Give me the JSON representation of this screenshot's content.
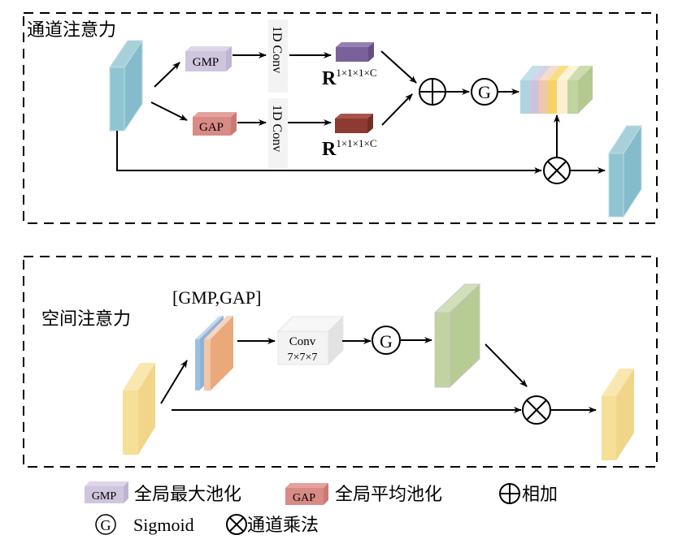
{
  "channel_attention": {
    "title": "通道注意力",
    "gmp_label": "GMP",
    "gap_label": "GAP",
    "conv_top_label": "1D Conv",
    "conv_bottom_label": "1D Conv",
    "tensor_base": "R",
    "tensor_shape": "1×1×1×C",
    "sigmoid_symbol": "G",
    "colors": {
      "input_feature": "#8fc4d1",
      "gmp_box": "#cfc6de",
      "gap_box": "#d98a85",
      "gmp_vector": "#7a619a",
      "gap_vector": "#8e3a32",
      "stack": [
        "#aed4e0",
        "#cdc3dc",
        "#f2c7a9",
        "#f5d265",
        "#fdefcf",
        "#c0d3a0"
      ]
    }
  },
  "spatial_attention": {
    "title": "空间注意力",
    "concat_label": "[GMP,GAP]",
    "conv_label": "Conv",
    "conv_kernel": "7×7×7",
    "sigmoid_symbol": "G",
    "colors": {
      "input_feature": "#f6df96",
      "concat_blue": "#9dc0e0",
      "concat_orange": "#eaa97a",
      "map": "#c0d3a0",
      "output_feature": "#f6df96"
    }
  },
  "legend": {
    "gmp_box_label": "GMP",
    "gmp_desc": "全局最大池化",
    "gap_box_label": "GAP",
    "gap_desc": "全局平均池化",
    "add_desc": "相加",
    "sigmoid_symbol": "G",
    "sigmoid_desc": "Sigmoid",
    "multiply_desc": "通道乘法"
  }
}
